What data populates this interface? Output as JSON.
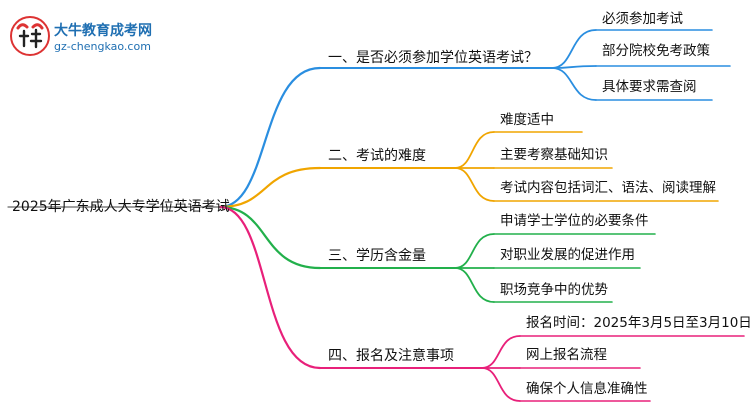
{
  "logo": {
    "name": "大牛教育成考网",
    "url": "gz-chengkao.com",
    "mark_icon": "bull-logo-icon"
  },
  "root": "2025年广东成人大专学位英语考试",
  "colors": {
    "branch1": "#2a8ee0",
    "branch2": "#f0a500",
    "branch3": "#22b04b",
    "branch4": "#e8207a"
  },
  "branches": [
    {
      "label": "一、是否必须参加学位英语考试？",
      "leaves": [
        "必须参加考试",
        "部分院校免考政策",
        "具体要求需查阅"
      ]
    },
    {
      "label": "二、考试的难度",
      "leaves": [
        "难度适中",
        "主要考察基础知识",
        "考试内容包括词汇、语法、阅读理解"
      ]
    },
    {
      "label": "三、学历含金量",
      "leaves": [
        "申请学士学位的必要条件",
        "对职业发展的促进作用",
        "职场竞争中的优势"
      ]
    },
    {
      "label": "四、报名及注意事项",
      "leaves": [
        "报名时间：2025年3月5日至3月10日",
        "网上报名流程",
        "确保个人信息准确性"
      ]
    }
  ]
}
